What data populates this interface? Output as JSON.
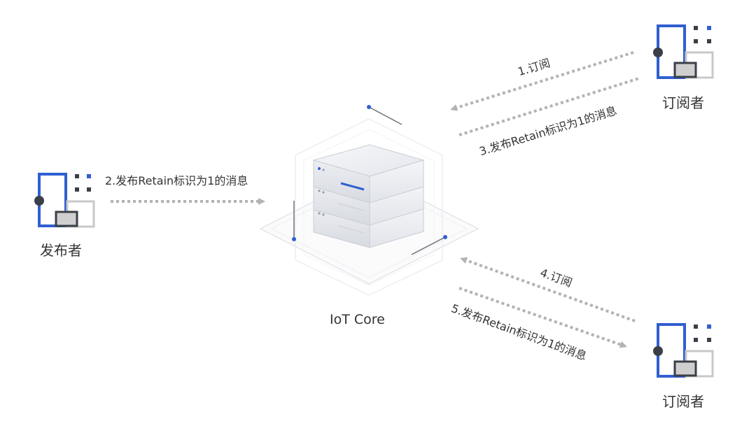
{
  "nodes": {
    "publisher": {
      "label": "发布者"
    },
    "subscriber_top": {
      "label": "订阅者"
    },
    "subscriber_bottom": {
      "label": "订阅者"
    },
    "core": {
      "label": "IoT Core"
    }
  },
  "edges": [
    {
      "id": "step1",
      "label": "1.订阅",
      "from": "subscriber_top",
      "to": "core"
    },
    {
      "id": "step2",
      "label": "2.发布Retain标识为1的消息",
      "from": "publisher",
      "to": "core"
    },
    {
      "id": "step3",
      "label": "3.发布Retain标识为1的消息",
      "from": "core",
      "to": "subscriber_top"
    },
    {
      "id": "step4",
      "label": "4.订阅",
      "from": "subscriber_bottom",
      "to": "core"
    },
    {
      "id": "step5",
      "label": "5.发布Retain标识为1的消息",
      "from": "core",
      "to": "subscriber_bottom"
    }
  ],
  "colors": {
    "accent": "#2f5fd0",
    "dark": "#3b3f47",
    "arrow": "#b3b3b3",
    "grey_box": "#c8c8c8",
    "text": "#333333"
  }
}
